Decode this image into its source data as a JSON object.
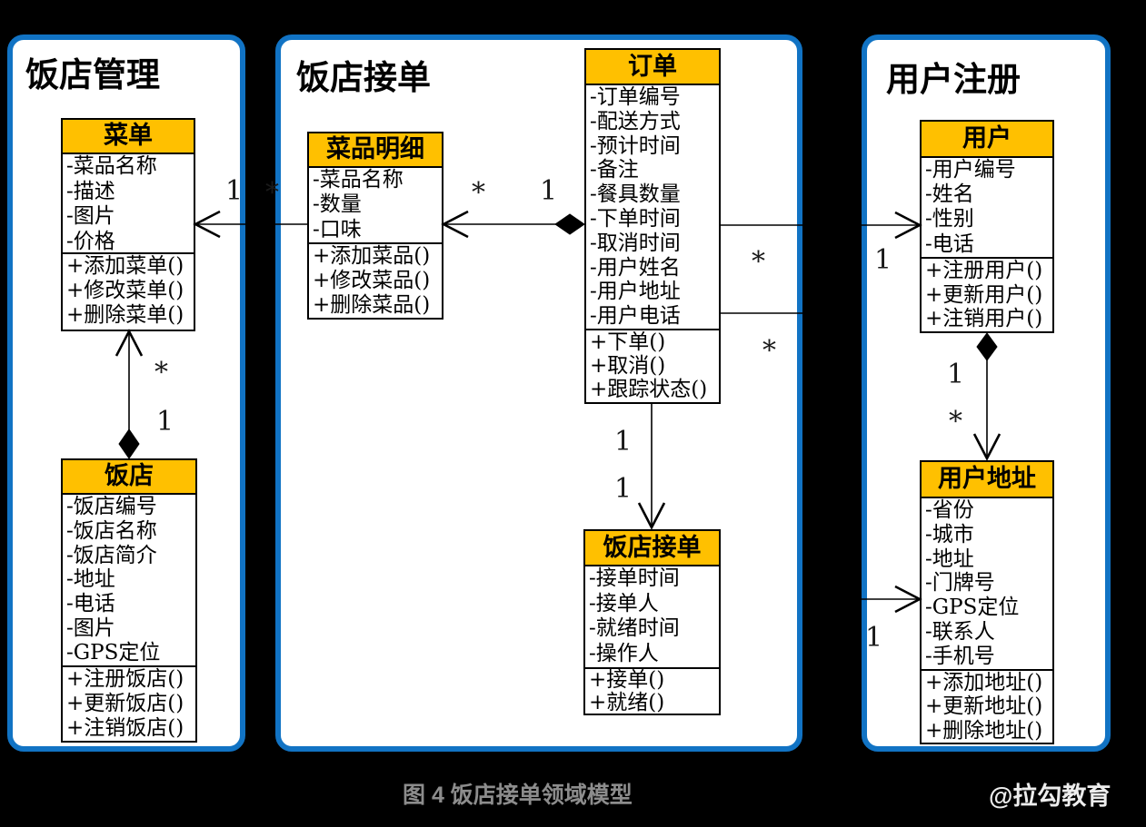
{
  "page": {
    "caption": "图 4 饭店接单领域模型",
    "watermark": "@拉勾教育"
  },
  "colors": {
    "background": "#000000",
    "container_border": "#1173C4",
    "container_background": "#FFFFFF",
    "class_header_background": "#FFC000",
    "class_border": "#000000",
    "caption_color": "#8C8C8C",
    "watermark_color": "#EDEDED"
  },
  "containers": [
    {
      "id": "restaurant-management",
      "title": "饭店管理"
    },
    {
      "id": "restaurant-order-taking",
      "title": "饭店接单"
    },
    {
      "id": "user-registration",
      "title": "用户注册"
    }
  ],
  "classes": [
    {
      "id": "menu",
      "title": "菜单",
      "attributes": [
        "-菜品名称",
        "-描述",
        "-图片",
        "-价格"
      ],
      "methods": [
        "+添加菜单()",
        "+修改菜单()",
        "+删除菜单()"
      ]
    },
    {
      "id": "restaurant",
      "title": "饭店",
      "attributes": [
        "-饭店编号",
        "-饭店名称",
        "-饭店简介",
        "-地址",
        "-电话",
        "-图片",
        "-GPS定位"
      ],
      "methods": [
        "+注册饭店()",
        "+更新饭店()",
        "+注销饭店()"
      ]
    },
    {
      "id": "dish-detail",
      "title": "菜品明细",
      "attributes": [
        "-菜品名称",
        "-数量",
        "-口味"
      ],
      "methods": [
        "+添加菜品()",
        "+修改菜品()",
        "+删除菜品()"
      ]
    },
    {
      "id": "order",
      "title": "订单",
      "attributes": [
        "-订单编号",
        "-配送方式",
        "-预计时间",
        "-备注",
        "-餐具数量",
        "-下单时间",
        "-取消时间",
        "-用户姓名",
        "-用户地址",
        "-用户电话"
      ],
      "methods": [
        "+下单()",
        "+取消()",
        "+跟踪状态()"
      ]
    },
    {
      "id": "restaurant-accept",
      "title": "饭店接单",
      "attributes": [
        "-接单时间",
        "-接单人",
        "-就绪时间",
        "-操作人"
      ],
      "methods": [
        "+接单()",
        "+就绪()"
      ]
    },
    {
      "id": "user",
      "title": "用户",
      "attributes": [
        "-用户编号",
        "-姓名",
        "-性别",
        "-电话"
      ],
      "methods": [
        "+注册用户()",
        "+更新用户()",
        "+注销用户()"
      ]
    },
    {
      "id": "user-address",
      "title": "用户地址",
      "attributes": [
        "-省份",
        "-城市",
        "-地址",
        "-门牌号",
        "-GPS定位",
        "-联系人",
        "-手机号"
      ],
      "methods": [
        "+添加地址()",
        "+更新地址()",
        "+删除地址()"
      ]
    }
  ],
  "relationships": [
    {
      "id": "order-to-dish-detail",
      "type": "composition-association",
      "source": "order",
      "target": "dish-detail",
      "source_label": "1",
      "target_label": "*"
    },
    {
      "id": "dish-detail-to-menu",
      "type": "association",
      "source": "dish-detail",
      "target": "menu",
      "source_label": "*",
      "target_label": "1"
    },
    {
      "id": "restaurant-to-menu",
      "type": "composition-association",
      "source": "restaurant",
      "target": "menu",
      "source_label": "1",
      "target_label": "*"
    },
    {
      "id": "order-to-restaurant-accept",
      "type": "association",
      "source": "order",
      "target": "restaurant-accept",
      "source_label": "1",
      "target_label": "1"
    },
    {
      "id": "order-to-user",
      "type": "association",
      "source": "order",
      "target": "user",
      "source_label": "*",
      "target_label": "1"
    },
    {
      "id": "order-to-user-address",
      "type": "association",
      "source": "order",
      "target": "user-address",
      "source_label": "*",
      "target_label": "1"
    },
    {
      "id": "user-to-user-address",
      "type": "composition-association",
      "source": "user",
      "target": "user-address",
      "source_label": "1",
      "target_label": "*"
    }
  ]
}
